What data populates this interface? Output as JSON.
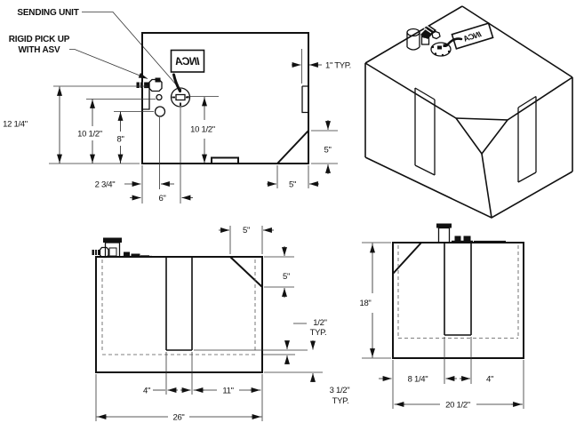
{
  "callouts": {
    "sending_unit": "SENDING UNIT",
    "rigid_pick_up": "RIGID PICK UP",
    "with_asv": "WITH ASV"
  },
  "brand": {
    "logo_text": "INCA"
  },
  "front": {
    "overall_height": "12 1/4\"",
    "vent_height": "10 1/2\"",
    "outlet_height": "8\"",
    "fitting_offset": "2 3/4\"",
    "sender_offset": "6\"",
    "sender_height": "10 1/2\"",
    "channel_inset": "1\" TYP.",
    "notch_height": "5\"",
    "notch_width": "5\""
  },
  "side": {
    "notch_width": "5\"",
    "notch_height": "5\"",
    "wall": "1/2\"",
    "wall_typ": "TYP.",
    "base": "3 1/2\"",
    "base_typ": "TYP.",
    "groove_width": "4\"",
    "groove_to_end": "11\"",
    "length": "26\""
  },
  "end": {
    "height": "18\"",
    "groove_offset": "8 1/4\"",
    "groove_width": "4\"",
    "width": "20 1/2\""
  }
}
